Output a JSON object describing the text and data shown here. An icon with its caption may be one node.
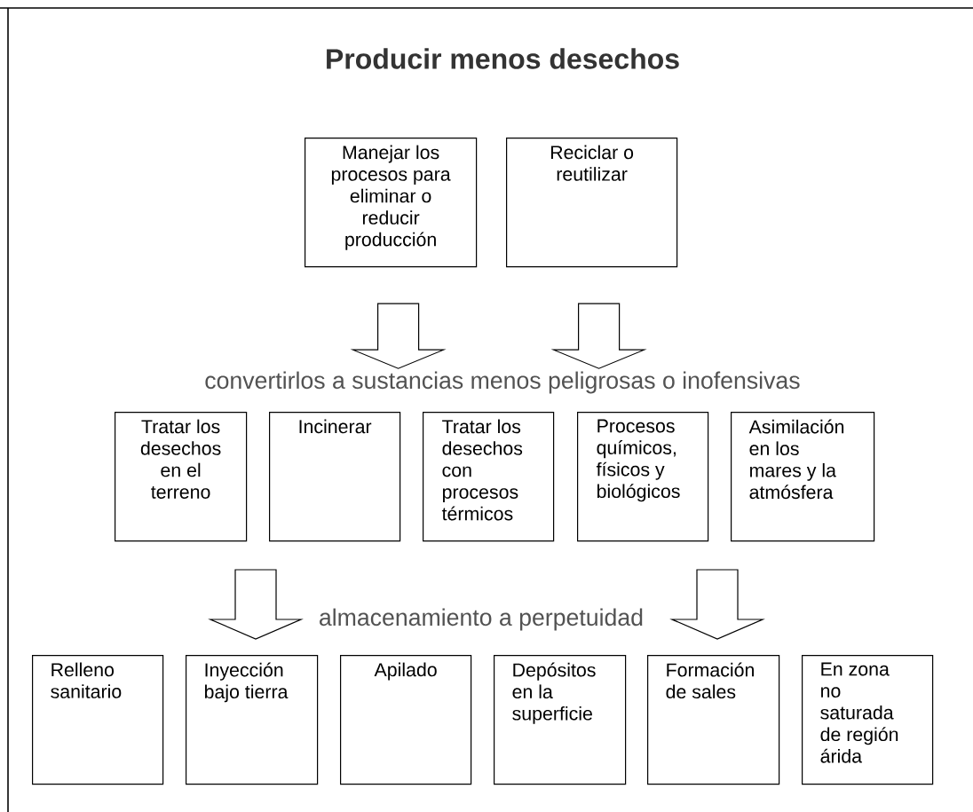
{
  "diagram": {
    "title": "Producir menos desechos",
    "nodes": [
      {
        "text": [
          "Manejar los procesos para eliminar o reducir producción"
        ]
      },
      {
        "text": [
          "Reciclar o reutilizar"
        ]
      },
      {
        "text": [
          "convertirlos a sustancias menos peligrosas o inofensivas"
        ]
      },
      {
        "text": [
          "Tratar los desechos en el terreno"
        ]
      },
      {
        "text": [
          "Incinerar"
        ]
      },
      {
        "text": [
          "Tratar los desechos con procesos térmicos"
        ]
      },
      {
        "text": [
          "Procesos químicos, físicos y biológicos"
        ]
      },
      {
        "text": [
          "Asimilación en los mares y la atmósfera"
        ]
      },
      {
        "text": [
          "almacenamiento a perpetuidad"
        ]
      },
      {
        "text": [
          "Relleno sanitario"
        ]
      },
      {
        "text": [
          "Inyección bajo tierra"
        ]
      },
      {
        "text": [
          "Apilado"
        ]
      },
      {
        "text": [
          "Depósitos en la superficie"
        ]
      },
      {
        "text": [
          "Formación de sales"
        ]
      },
      {
        "text": [
          "En zona no saturada de región árida"
        ]
      }
    ],
    "edges": [
      {
        "from": 0,
        "to": 2,
        "arrow": "to"
      },
      {
        "from": 1,
        "to": 2,
        "arrow": "to"
      },
      {
        "from": null,
        "to": 10,
        "arrow": "to"
      },
      {
        "from": null,
        "to": 13,
        "arrow": "to"
      }
    ]
  }
}
